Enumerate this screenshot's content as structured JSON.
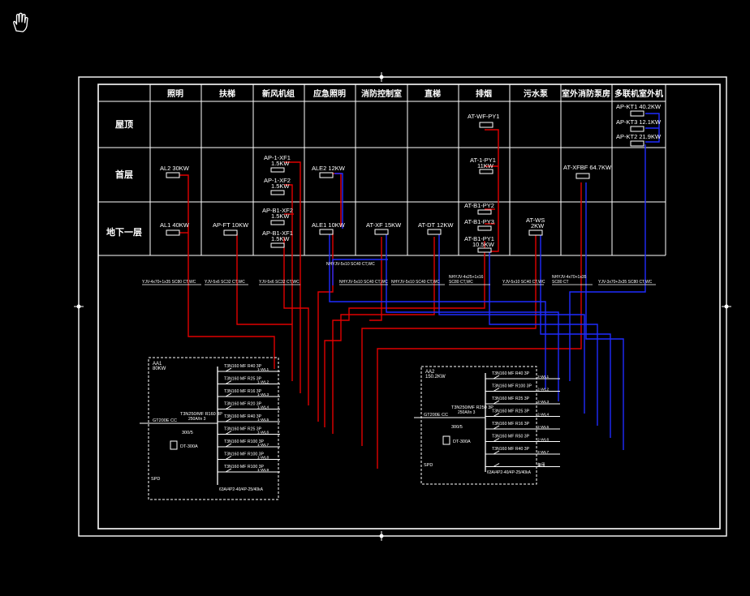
{
  "toolbar": {
    "pan_tool_icon": "hand-pan-icon"
  },
  "columns": [
    "照明",
    "扶梯",
    "新风机组",
    "应急照明",
    "消防控制室",
    "直梯",
    "排烟",
    "污水泵",
    "室外消防泵房",
    "多联机室外机"
  ],
  "floors": [
    "屋顶",
    "首层",
    "地下一层"
  ],
  "panels": {
    "roof": [
      {
        "label": "AT-WF-PY1"
      },
      {
        "label": "AP-KT1 40.2KW"
      },
      {
        "label": "AP-KT3 12.1KW"
      },
      {
        "label": "AP-KT2 21.9KW"
      }
    ],
    "first": [
      {
        "label": "AL2 30KW"
      },
      {
        "label": "AP-1-XF1"
      },
      {
        "label": "1.5KW"
      },
      {
        "label": "AP-1-XF2"
      },
      {
        "label": "1.5KW"
      },
      {
        "label": "ALE2 12KW"
      },
      {
        "label": "AT-1-PY1"
      },
      {
        "label": "11KW"
      },
      {
        "label": "AT-XFBF 64.7KW"
      }
    ],
    "basement": [
      {
        "label": "AL1 40KW"
      },
      {
        "label": "AP-FT 10KW"
      },
      {
        "label": "AP-B1-XF2"
      },
      {
        "label": "1.5KW"
      },
      {
        "label": "AP-B1-XF1"
      },
      {
        "label": "1.5KW"
      },
      {
        "label": "ALE1 10KW"
      },
      {
        "label": "AT-XF 15KW"
      },
      {
        "label": "AT-DT 12KW"
      },
      {
        "label": "AT-B1-PY2"
      },
      {
        "label": "AT-B1-PY3"
      },
      {
        "label": "AT-B1-PY1"
      },
      {
        "label": "10.5KW"
      },
      {
        "label": "AT-WS"
      },
      {
        "label": "2KW"
      }
    ]
  },
  "cable_labels": [
    "YJV-4x70+1x35 SC80 CT,WC",
    "YJV-5x6 SC32 CT,WC",
    "YJV-5x6 SC32 CT,WC",
    "NHYJV-5x10 SC40 CT,WC",
    "NHYJV-5x10 SC40 CT,WC",
    "NHYJV-5x10 SC40 CT,WC",
    "NHYJV-4x25+1x16",
    "SC80 CT,WC",
    "YJV-5x10 SC40 CT,WC",
    "NHYJV-4x70+1x35",
    "SC80 CT",
    "YJV-3x70+2x35 SC80 CT,WC"
  ],
  "cabinet_aa1": {
    "title": "AA1",
    "rating": "80KW",
    "main_breaker": "T3N250/MF R160 3P",
    "main_breaker_note": "250A/In 3",
    "incoming": "GT200E CC",
    "ct": "300/5",
    "meter": "DT-300A",
    "spd": "SPD",
    "branches": [
      {
        "breaker": "T3N160 MF R40 3P",
        "circuit": "1-WL1"
      },
      {
        "breaker": "T3N160 MF R25 3P",
        "circuit": "1-WL2"
      },
      {
        "breaker": "T3N160 MF R16 3P",
        "circuit": "1-WL3"
      },
      {
        "breaker": "T3N160 MF R20 3P",
        "circuit": "1-WL4"
      },
      {
        "breaker": "T3N160 MF R40 3P",
        "circuit": "1-WL5"
      },
      {
        "breaker": "T3N160 MF R25 3P",
        "circuit": "1-WL6"
      },
      {
        "breaker": "T3N160 MF R100 3P",
        "circuit": "1-WL7"
      },
      {
        "breaker": "T3N160 MF R100 3P",
        "circuit": "1-WL8"
      },
      {
        "breaker": "T3N160 MF R100 3P",
        "circuit": "1-WL9"
      }
    ],
    "footer": "63A/4P2-40/4P-25/40kA"
  },
  "cabinet_aa2": {
    "title": "AA2",
    "rating": "150.2KW",
    "main_breaker": "T3N250/MF R250 3P",
    "main_breaker_note": "250A/In 3",
    "incoming": "GT200E CC",
    "ct": "300/5",
    "meter": "DT-300A",
    "spd": "SPD",
    "branches": [
      {
        "breaker": "T3N160 MF R40 3P",
        "circuit": "2-WL1"
      },
      {
        "breaker": "T3N160 MF R100 3P",
        "circuit": "2-WL2"
      },
      {
        "breaker": "T3N160 MF R25 3P",
        "circuit": "2-WL3"
      },
      {
        "breaker": "T3N160 MF R25 3P",
        "circuit": "2-WL4"
      },
      {
        "breaker": "T3N160 MF R16 3P",
        "circuit": "2-WL5"
      },
      {
        "breaker": "T3N160 MF R50 3P",
        "circuit": "2-WL6"
      },
      {
        "breaker": "T3N160 MF R40 3P",
        "circuit": "2-WL7"
      },
      {
        "breaker": "",
        "circuit": "备用"
      }
    ],
    "footer": "63A/4P2-40/4P-25/40kA"
  },
  "colors": {
    "background": "#000000",
    "lines": "#ffffff",
    "normal_feeder": "#e00000",
    "fire_feeder": "#1f2cff"
  }
}
